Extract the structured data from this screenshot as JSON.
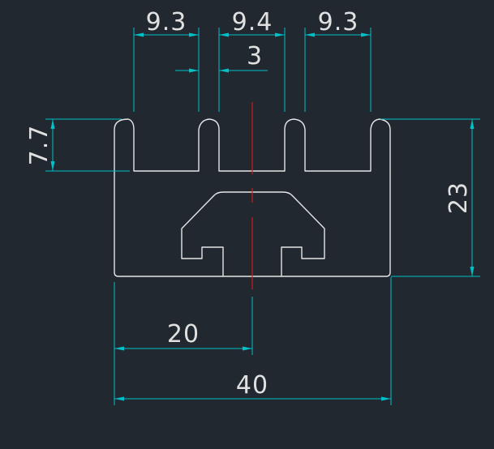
{
  "colors": {
    "background": "#212830",
    "profile": "#e6e6e6",
    "dimension": "#00c0c8",
    "centerline": "#d01c1c",
    "text": "#e0e0e0"
  },
  "dimensions": {
    "slot_width_left": "9.3",
    "slot_width_middle": "9.4",
    "slot_width_right": "9.3",
    "tooth_gap": "3",
    "slot_depth": "7.7",
    "overall_height": "23",
    "half_width": "20",
    "overall_width": "40"
  }
}
